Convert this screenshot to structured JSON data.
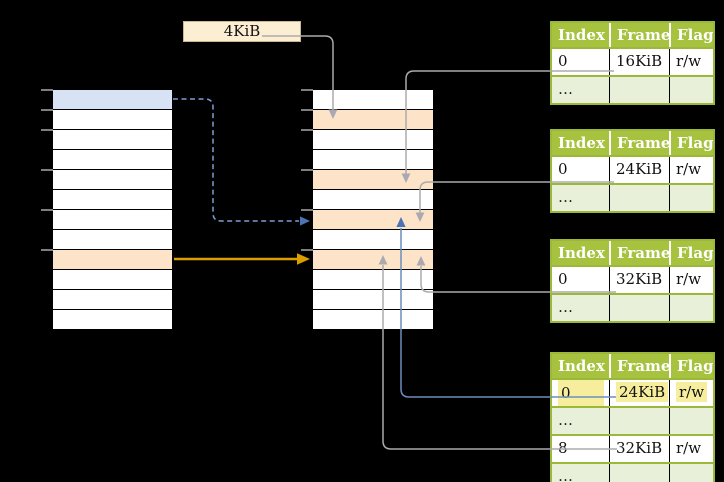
{
  "frame_size_label": "4KiB",
  "page_tables": [
    {
      "headers": [
        "Index",
        "Frame",
        "Flags"
      ],
      "rows": [
        {
          "index": "0",
          "frame": "16KiB",
          "flags": "r/w"
        },
        {
          "index": "…",
          "frame": "",
          "flags": ""
        }
      ]
    },
    {
      "headers": [
        "Index",
        "Frame",
        "Flags"
      ],
      "rows": [
        {
          "index": "0",
          "frame": "24KiB",
          "flags": "r/w"
        },
        {
          "index": "…",
          "frame": "",
          "flags": ""
        }
      ]
    },
    {
      "headers": [
        "Index",
        "Frame",
        "Flags"
      ],
      "rows": [
        {
          "index": "0",
          "frame": "32KiB",
          "flags": "r/w"
        },
        {
          "index": "…",
          "frame": "",
          "flags": ""
        }
      ]
    },
    {
      "headers": [
        "Index",
        "Frame",
        "Flags"
      ],
      "rows": [
        {
          "index": "0",
          "frame": "24KiB",
          "flags": "r/w",
          "highlighted": true
        },
        {
          "index": "…",
          "frame": "",
          "flags": ""
        },
        {
          "index": "8",
          "frame": "32KiB",
          "flags": "r/w"
        },
        {
          "index": "…",
          "frame": "",
          "flags": ""
        }
      ]
    }
  ],
  "memory_columns": {
    "left_column": {
      "rows": 12,
      "blue_row_index": 0,
      "orange_row_index": 8,
      "tick_rows_y": [
        90,
        110,
        130,
        170,
        210,
        250
      ]
    },
    "middle_column": {
      "rows": 12,
      "orange_row_indices": [
        1,
        4,
        6,
        8
      ],
      "tick_rows_y": [
        90,
        110,
        130,
        170,
        210,
        250
      ]
    }
  },
  "arrows": [
    {
      "from": "4KiB-label",
      "to": "middle-column-row-1",
      "style": "gray"
    },
    {
      "from": "left-column-blue-row",
      "to": "middle-column-row-6",
      "style": "blue-dashed"
    },
    {
      "from": "left-column-orange-row",
      "to": "middle-column-row-8",
      "style": "orange-solid"
    },
    {
      "from": "table-1-frame-16KiB",
      "to": "middle-column-row-4",
      "style": "gray"
    },
    {
      "from": "table-2-frame-24KiB",
      "to": "middle-column-row-6",
      "style": "gray"
    },
    {
      "from": "table-3-frame-32KiB",
      "to": "middle-column-row-8",
      "style": "gray"
    },
    {
      "from": "table-4-frame-24KiB-highlighted",
      "to": "middle-column-row-6",
      "style": "blue-solid"
    },
    {
      "from": "table-4-frame-32KiB",
      "to": "middle-column-row-8",
      "style": "gray"
    }
  ],
  "colors": {
    "background": "#000000",
    "header_green": "#a6c23e",
    "table_border_green": "#9cb83a",
    "row_light_green": "#e9f0d9",
    "highlight_yellow": "#f6ee9c",
    "frame_orange": "#fde3c8",
    "page_blue": "#d7e3f4",
    "label_cream": "#fbeed3",
    "arrow_gray": "#ababab",
    "arrow_blue": "#6c8ebe",
    "arrow_blue_dashed": "#7f9ed3",
    "arrow_orange": "#db9e00",
    "tick_gray": "#7f7f7f"
  }
}
